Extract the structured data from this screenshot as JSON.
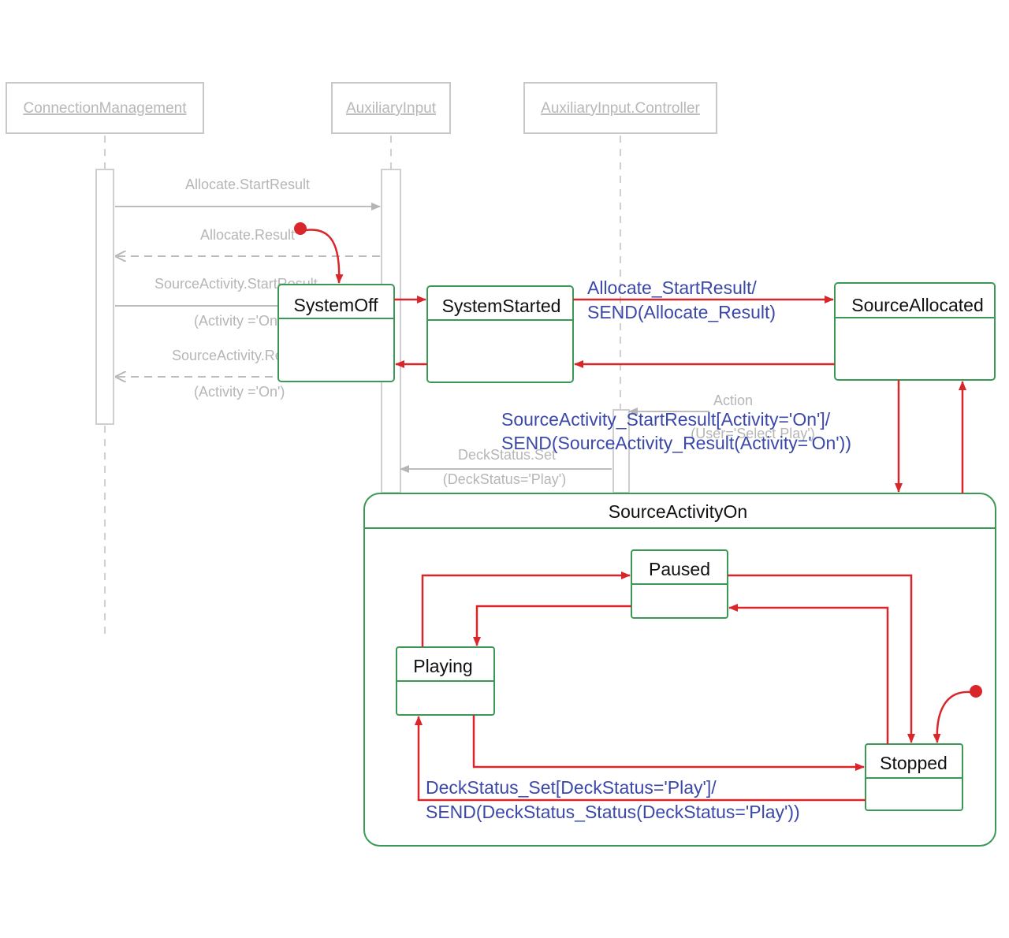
{
  "lifelines": [
    {
      "id": "connection-management",
      "label": "ConnectionManagement"
    },
    {
      "id": "auxiliary-input",
      "label": "AuxiliaryInput"
    },
    {
      "id": "auxiliary-input-controller",
      "label": "AuxiliaryInput.Controller"
    }
  ],
  "messages": {
    "allocate_start": "Allocate.StartResult",
    "allocate_result": "Allocate.Result",
    "source_activity_start": "SourceActivity.StartResult",
    "activity_on_1": "(Activity ='On')",
    "source_activity_result": "SourceActivity.Result",
    "activity_on_2": "(Activity ='On')",
    "action": "Action",
    "user_select_play": "(User='Select Play')",
    "deck_status_set": "DeckStatus.Set",
    "deck_status_play": "(DeckStatus='Play')"
  },
  "states": {
    "system_off": "SystemOff",
    "system_started": "SystemStarted",
    "source_allocated": "SourceAllocated",
    "source_activity_on": "SourceActivityOn",
    "paused": "Paused",
    "playing": "Playing",
    "stopped": "Stopped"
  },
  "transitions": {
    "allocate_line1": "Allocate_StartResult/",
    "allocate_line2": "SEND(Allocate_Result)",
    "source_activity_line1": "SourceActivity_StartResult[Activity='On']/",
    "source_activity_line2": "SEND(SourceActivity_Result(Activity='On'))",
    "deck_status_line1": "DeckStatus_Set[DeckStatus='Play']/",
    "deck_status_line2": "SEND(DeckStatus_Status(DeckStatus='Play'))"
  },
  "colors": {
    "state_border": "#3a9a55",
    "transition": "#d9262b",
    "transition_label": "#3b48a8",
    "faded_sequence": "#b8b8b8"
  }
}
